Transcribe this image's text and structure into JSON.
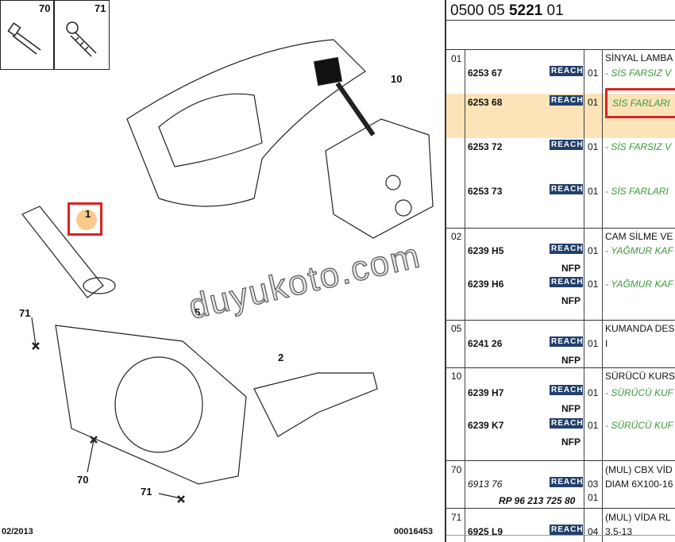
{
  "diagram": {
    "thumb_labels": [
      "70",
      "71"
    ],
    "callouts": {
      "c1": "1",
      "c2": "2",
      "c5": "5",
      "c10": "10",
      "c70": "70",
      "c71a": "71",
      "c71b": "71"
    },
    "date": "02/2013",
    "plate": "00016453",
    "watermark": "duyukoto.com"
  },
  "table": {
    "header": "0500 05 ",
    "header_bold": "5221",
    "header_suffix": " 01",
    "reach_label": "REACH",
    "nfp_label": "NFP",
    "groups": [
      {
        "ref": "01",
        "title": "SİNYAL LAMBA",
        "parts": [
          {
            "pn": "6253 67",
            "qty": "01",
            "desc": "- SİS FARSIZ V"
          },
          {
            "pn": "6253 68",
            "qty": "01",
            "desc": "SİS FARLARI"
          },
          {
            "pn": "6253 72",
            "qty": "01",
            "desc": "- SİS FARSIZ V"
          },
          {
            "pn": "6253 73",
            "qty": "01",
            "desc": "- SİS FARLARI"
          }
        ]
      },
      {
        "ref": "02",
        "title": "CAM SİLME VE",
        "parts": [
          {
            "pn": "6239 H5",
            "qty": "01",
            "desc": "- YAĞMUR KAF"
          },
          {
            "pn": "6239 H6",
            "qty": "01",
            "desc": "- YAĞMUR KAF"
          }
        ]
      },
      {
        "ref": "05",
        "title": "KUMANDA DES",
        "parts": [
          {
            "pn": "6241 26",
            "qty": "01",
            "desc": "I"
          }
        ]
      },
      {
        "ref": "10",
        "title": "SÜRÜCÜ KURS",
        "parts": [
          {
            "pn": "6239 H7",
            "qty": "01",
            "desc": "- SÜRÜCÜ KUF"
          },
          {
            "pn": "6239 K7",
            "qty": "01",
            "desc": "- SÜRÜCÜ KUF"
          }
        ]
      },
      {
        "ref": "70",
        "title": "(MUL) CBX VİD",
        "parts": [
          {
            "pn": "6913 76",
            "qty": "03",
            "desc": "DIAM 6X100-16"
          }
        ],
        "alt": {
          "pn": "RP 96 213 725 80",
          "qty": "01"
        }
      },
      {
        "ref": "71",
        "title": "(MUL) VİDA RL",
        "parts": [
          {
            "pn": "6925 L9",
            "qty": "04",
            "desc": "3.5-13"
          }
        ]
      }
    ]
  }
}
